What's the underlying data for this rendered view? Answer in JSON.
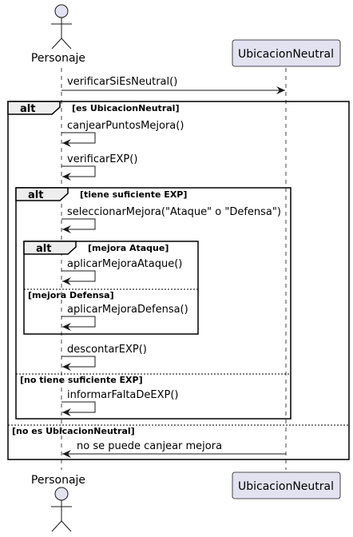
{
  "participants": {
    "actor": "Personaje",
    "system": "UbicacionNeutral"
  },
  "frames": {
    "outer": {
      "keyword": "alt",
      "guard": "[es UbicacionNeutral]",
      "else_guard": "[no es UbicacionNeutral]"
    },
    "middle": {
      "keyword": "alt",
      "guard": "[tiene suficiente EXP]",
      "else_guard": "[no tiene suficiente EXP]"
    },
    "inner": {
      "keyword": "alt",
      "guard": "[mejora Ataque]",
      "else_guard": "[mejora Defensa]"
    }
  },
  "messages": [
    "verificarSiEsNeutral()",
    "canjearPuntosMejora()",
    "verificarEXP()",
    "seleccionarMejora(\"Ataque\" o \"Defensa\")",
    "aplicarMejoraAtaque()",
    "aplicarMejoraDefensa()",
    "descontarEXP()",
    "informarFaltaDeEXP()",
    "no se puede canjear mejora"
  ],
  "colors": {
    "participant_fill": "#e2e2f0",
    "participant_border": "#181818",
    "frame_tab_fill": "#eeeeee",
    "lifeline": "#181818"
  }
}
